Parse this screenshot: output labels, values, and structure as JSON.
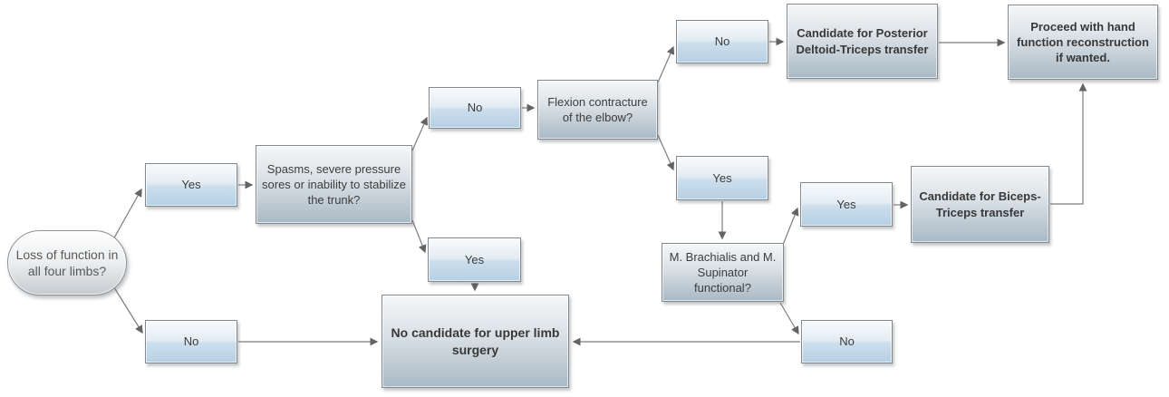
{
  "diagram": {
    "type": "flowchart",
    "background": "#ffffff"
  },
  "labels": {
    "yes": "Yes",
    "no": "No"
  },
  "nodes": {
    "start": "Loss of function in all four limbs?",
    "spasms_question": "Spasms, severe pressure sores or inability to stabilize the trunk?",
    "flexion_question": "Flexion contracture of the elbow?",
    "brachialis_question": "M. Brachialis and M. Supinator functional?",
    "posterior_outcome": "Candidate for Posterior Deltoid-Triceps transfer",
    "biceps_outcome": "Candidate for Biceps-Triceps transfer",
    "proceed_outcome": "Proceed with hand function reconstruction if wanted.",
    "no_candidate_outcome": "No candidate for upper limb surgery"
  },
  "edges": [
    {
      "from": "start",
      "answer": "Yes",
      "to": "spasms_question"
    },
    {
      "from": "start",
      "answer": "No",
      "to": "no_candidate_outcome"
    },
    {
      "from": "spasms_question",
      "answer": "No",
      "to": "flexion_question"
    },
    {
      "from": "spasms_question",
      "answer": "Yes",
      "to": "no_candidate_outcome"
    },
    {
      "from": "flexion_question",
      "answer": "No",
      "to": "posterior_outcome"
    },
    {
      "from": "flexion_question",
      "answer": "Yes",
      "to": "brachialis_question"
    },
    {
      "from": "posterior_outcome",
      "answer": "",
      "to": "proceed_outcome"
    },
    {
      "from": "brachialis_question",
      "answer": "Yes",
      "to": "biceps_outcome"
    },
    {
      "from": "brachialis_question",
      "answer": "No",
      "to": "no_candidate_outcome"
    },
    {
      "from": "biceps_outcome",
      "answer": "",
      "to": "proceed_outcome"
    }
  ],
  "colors": {
    "yes_no_box_bottom": "#b5d0e4",
    "question_box_bottom": "#a9bac6",
    "box_border": "#84898f",
    "arrow": "#7d7d7d",
    "text": "#3d3d3d",
    "ellipse_text": "#595959"
  }
}
